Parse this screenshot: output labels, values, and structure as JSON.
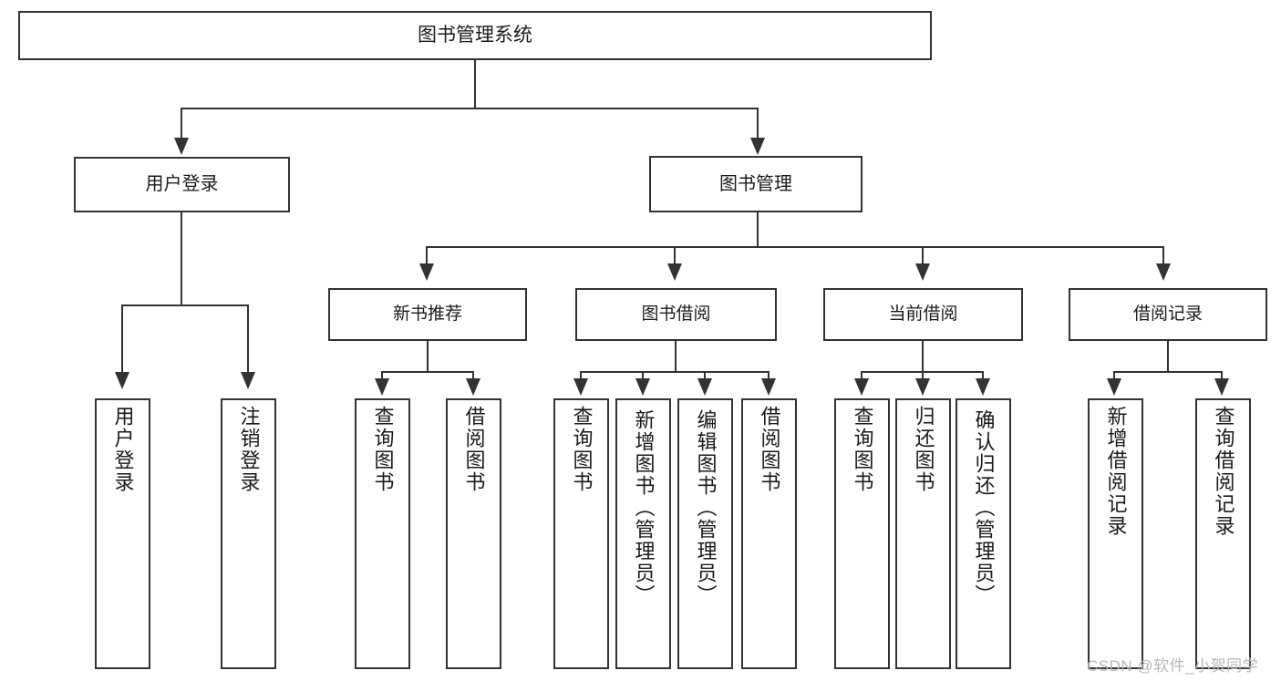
{
  "diagram": {
    "type": "tree",
    "title": "图书管理系统",
    "root": {
      "id": "root",
      "label": "图书管理系统"
    },
    "level1": [
      {
        "id": "user-login",
        "label": "用户登录"
      },
      {
        "id": "book-manage",
        "label": "图书管理"
      }
    ],
    "level2": [
      {
        "id": "new-book-recommend",
        "label": "新书推荐",
        "parent": "book-manage"
      },
      {
        "id": "book-borrow",
        "label": "图书借阅",
        "parent": "book-manage"
      },
      {
        "id": "current-borrow",
        "label": "当前借阅",
        "parent": "book-manage"
      },
      {
        "id": "borrow-record",
        "label": "借阅记录",
        "parent": "book-manage"
      }
    ],
    "leaves": {
      "user_login": [
        {
          "id": "leaf-user-login",
          "label": "用户登录"
        },
        {
          "id": "leaf-user-logout",
          "label": "注销登录"
        }
      ],
      "new_book_recommend": [
        {
          "id": "leaf-query-book-1",
          "label": "查询图书"
        },
        {
          "id": "leaf-borrow-book-1",
          "label": "借阅图书"
        }
      ],
      "book_borrow": [
        {
          "id": "leaf-query-book-2",
          "label": "查询图书"
        },
        {
          "id": "leaf-add-book",
          "label": "新增图书（管理员）"
        },
        {
          "id": "leaf-edit-book",
          "label": "编辑图书（管理员）"
        },
        {
          "id": "leaf-borrow-book-2",
          "label": "借阅图书"
        }
      ],
      "current_borrow": [
        {
          "id": "leaf-query-book-3",
          "label": "查询图书"
        },
        {
          "id": "leaf-return-book",
          "label": "归还图书"
        },
        {
          "id": "leaf-confirm-return",
          "label": "确认归还（管理员）"
        }
      ],
      "borrow_record": [
        {
          "id": "leaf-add-record",
          "label": "新增借阅记录"
        },
        {
          "id": "leaf-query-record",
          "label": "查询借阅记录"
        }
      ]
    }
  },
  "watermark": {
    "text": "CSDN @软件_小贺同学"
  },
  "colors": {
    "stroke": "#333333",
    "text": "#1a1a1a",
    "background": "#ffffff",
    "watermark": "#b7b7b7"
  }
}
